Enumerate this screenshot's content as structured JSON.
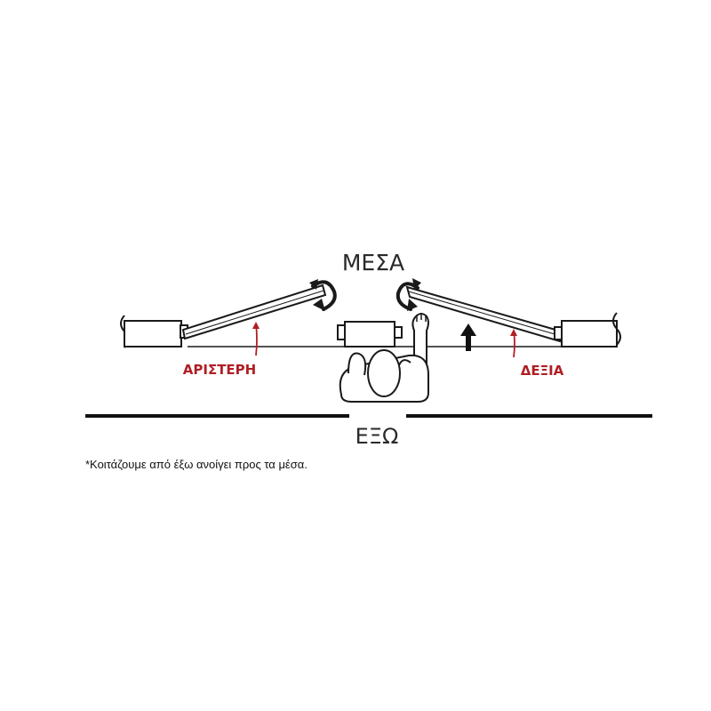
{
  "labels": {
    "inside": "ΜΕΣΑ",
    "outside": "ΕΞΩ",
    "left": "ΑΡΙΣΤΕΡΗ",
    "right": "ΔΕΞΙΑ"
  },
  "footnote": "*Κοιτάζουμε από έξω ανοίγει προς τα μέσα.",
  "colors": {
    "line": "#1a1a1a",
    "accent": "#b01f24"
  },
  "icons": {
    "direction": "arrow-up-icon",
    "rotation": "rotate-arrow-icon",
    "viewer": "person-from-behind-icon"
  }
}
